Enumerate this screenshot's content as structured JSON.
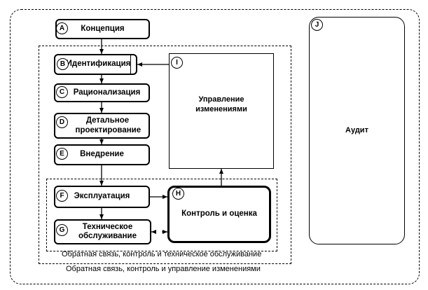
{
  "stages": {
    "a": {
      "letter": "A",
      "label": "Концепция"
    },
    "b": {
      "letter": "B",
      "label": "Идентификация"
    },
    "c": {
      "letter": "C",
      "label": "Рационализация"
    },
    "d": {
      "letter": "D",
      "label": "Детальное проектирование"
    },
    "e": {
      "letter": "E",
      "label": "Внедрение"
    },
    "f": {
      "letter": "F",
      "label": "Эксплуатация"
    },
    "g": {
      "letter": "G",
      "label": "Техническое обслуживание"
    },
    "h": {
      "letter": "H",
      "label": "Контроль и оценка"
    },
    "i": {
      "letter": "I",
      "label": "Управление изменениями"
    },
    "j": {
      "letter": "J",
      "label": "Аудит"
    }
  },
  "captions": {
    "inner": "Обратная связь, контроль и техническое обслуживание",
    "outer": "Обратная связь, контроль и управление изменениями"
  }
}
